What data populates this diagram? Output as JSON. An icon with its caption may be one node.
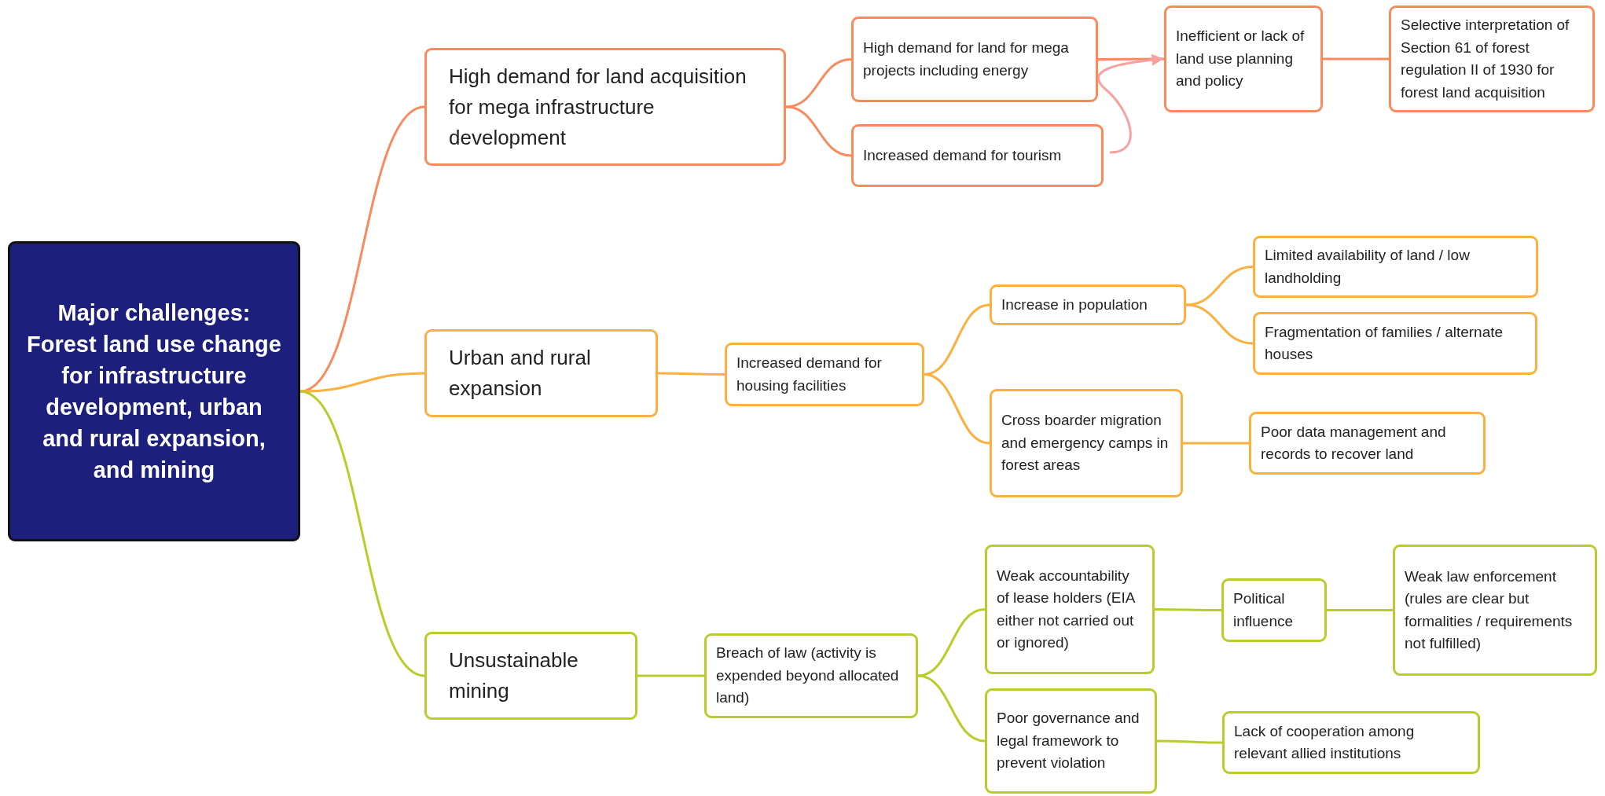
{
  "diagram": {
    "nodes": [
      {
        "text": [
          "Major challenges: Forest land use change for infrastructure development, urban and rural expansion, and mining"
        ]
      },
      {
        "text": [
          "High demand for land acquisition for mega infrastructure development"
        ]
      },
      {
        "text": [
          "High demand for land for mega projects including energy"
        ]
      },
      {
        "text": [
          "Increased demand for tourism"
        ]
      },
      {
        "text": [
          "Inefficient or lack of land use planning and policy"
        ]
      },
      {
        "text": [
          "Selective interpretation of Section 61 of forest regulation II of 1930 for forest land acquisition"
        ]
      },
      {
        "text": [
          "Urban and rural expansion"
        ]
      },
      {
        "text": [
          "Increased demand for housing facilities"
        ]
      },
      {
        "text": [
          "Increase in population"
        ]
      },
      {
        "text": [
          "Limited availability of land / low landholding"
        ]
      },
      {
        "text": [
          "Fragmentation of families / alternate houses"
        ]
      },
      {
        "text": [
          "Cross boarder migration and emergency camps in forest areas"
        ]
      },
      {
        "text": [
          "Poor data management and records to recover land"
        ]
      },
      {
        "text": [
          "Unsustainable mining"
        ]
      },
      {
        "text": [
          "Breach of law (activity is expended beyond allocated land)"
        ]
      },
      {
        "text": [
          "Weak accountability of lease holders (EIA either not carried out or ignored)"
        ]
      },
      {
        "text": [
          "Political influence"
        ]
      },
      {
        "text": [
          "Weak law enforcement (rules are clear but formalities / requirements not fulfilled)"
        ]
      },
      {
        "text": [
          "Poor governance and legal framework to prevent violation"
        ]
      },
      {
        "text": [
          "Lack of cooperation among relevant allied institutions"
        ]
      }
    ],
    "edges": [
      {
        "from": 0,
        "to": 1,
        "arrow": "none",
        "color": "#fa8a5c"
      },
      {
        "from": 0,
        "to": 6,
        "arrow": "none",
        "color": "#fbb040"
      },
      {
        "from": 0,
        "to": 13,
        "arrow": "none",
        "color": "#b9cc2a"
      },
      {
        "from": 1,
        "to": 2,
        "arrow": "none",
        "color": "#fa8a5c"
      },
      {
        "from": 1,
        "to": 3,
        "arrow": "none",
        "color": "#fa8a5c"
      },
      {
        "from": 2,
        "to": 4,
        "arrow": "none",
        "color": "#fa8a5c"
      },
      {
        "from": 4,
        "to": 5,
        "arrow": "none",
        "color": "#fa8a5c"
      },
      {
        "from": 3,
        "to": 4,
        "arrow": "to",
        "color": "#f7a1a1"
      },
      {
        "from": 6,
        "to": 7,
        "arrow": "none",
        "color": "#fbb040"
      },
      {
        "from": 7,
        "to": 8,
        "arrow": "none",
        "color": "#fbb040"
      },
      {
        "from": 7,
        "to": 11,
        "arrow": "none",
        "color": "#fbb040"
      },
      {
        "from": 8,
        "to": 9,
        "arrow": "none",
        "color": "#fbb040"
      },
      {
        "from": 8,
        "to": 10,
        "arrow": "none",
        "color": "#fbb040"
      },
      {
        "from": 11,
        "to": 12,
        "arrow": "none",
        "color": "#fbb040"
      },
      {
        "from": 13,
        "to": 14,
        "arrow": "none",
        "color": "#b9cc2a"
      },
      {
        "from": 14,
        "to": 15,
        "arrow": "none",
        "color": "#b9cc2a"
      },
      {
        "from": 14,
        "to": 18,
        "arrow": "none",
        "color": "#b9cc2a"
      },
      {
        "from": 15,
        "to": 16,
        "arrow": "none",
        "color": "#b9cc2a"
      },
      {
        "from": 16,
        "to": 17,
        "arrow": "none",
        "color": "#b9cc2a"
      },
      {
        "from": 18,
        "to": 19,
        "arrow": "none",
        "color": "#b9cc2a"
      }
    ]
  }
}
